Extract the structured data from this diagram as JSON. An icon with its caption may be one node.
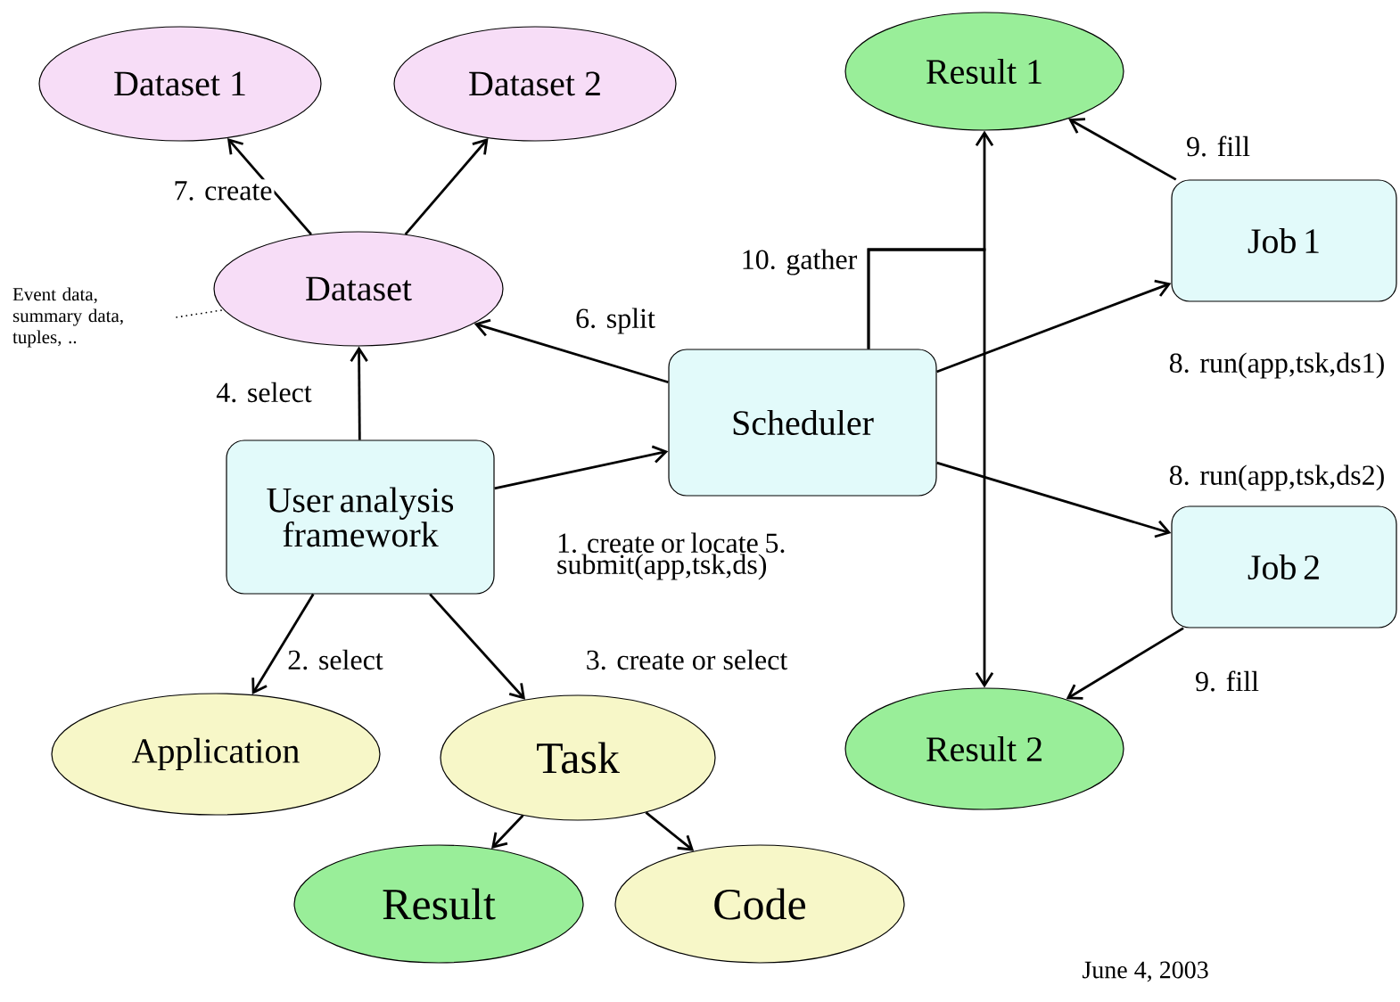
{
  "diagram": {
    "nodes": [
      {
        "text": [
          "Dataset 1"
        ]
      },
      {
        "text": [
          "Dataset 2"
        ]
      },
      {
        "text": [
          "Dataset"
        ]
      },
      {
        "text": [
          "User analysis framework"
        ]
      },
      {
        "text": [
          "Scheduler"
        ]
      },
      {
        "text": [
          "Result 1"
        ]
      },
      {
        "text": [
          "Job 1"
        ]
      },
      {
        "text": [
          "Job 2"
        ]
      },
      {
        "text": [
          "Result 2"
        ]
      },
      {
        "text": [
          "Application"
        ]
      },
      {
        "text": [
          "Task"
        ]
      },
      {
        "text": [
          "Result"
        ]
      },
      {
        "text": [
          "Code"
        ]
      },
      {
        "text": [
          "Event data, summary data, tuples, .."
        ]
      }
    ],
    "edges": [
      {
        "from": 2,
        "to": 0,
        "arrow": "to",
        "label": "7. create"
      },
      {
        "from": 2,
        "to": 1,
        "arrow": "to"
      },
      {
        "from": 3,
        "to": 2,
        "arrow": "to",
        "label": "4. select"
      },
      {
        "from": 4,
        "to": 2,
        "arrow": "to",
        "label": "6. split"
      },
      {
        "from": 3,
        "to": 4,
        "arrow": "to",
        "label": "1. create or locate 5. submit(app,tsk,ds)"
      },
      {
        "from": 3,
        "to": 9,
        "arrow": "to",
        "label": "2. select"
      },
      {
        "from": 3,
        "to": 10,
        "arrow": "to",
        "label": "3. create or select"
      },
      {
        "from": 10,
        "to": 11,
        "arrow": "to"
      },
      {
        "from": 10,
        "to": 12,
        "arrow": "to"
      },
      {
        "from": 4,
        "to": 6,
        "arrow": "to",
        "label": "8. run(app,tsk,ds1)"
      },
      {
        "from": 4,
        "to": 7,
        "arrow": "to",
        "label": "8. run(app,tsk,ds2)"
      },
      {
        "from": 6,
        "to": 5,
        "arrow": "to",
        "label": "9. fill"
      },
      {
        "from": 7,
        "to": 8,
        "arrow": "to",
        "label": "9. fill"
      },
      {
        "from": 4,
        "to": 5,
        "arrow": "to",
        "label": "10. gather"
      },
      {
        "from": 4,
        "to": 8,
        "arrow": "to"
      },
      {
        "from": 13,
        "to": 2,
        "arrow": "none",
        "style": "dashed"
      }
    ],
    "labels": [
      "June 4, 2003"
    ]
  }
}
